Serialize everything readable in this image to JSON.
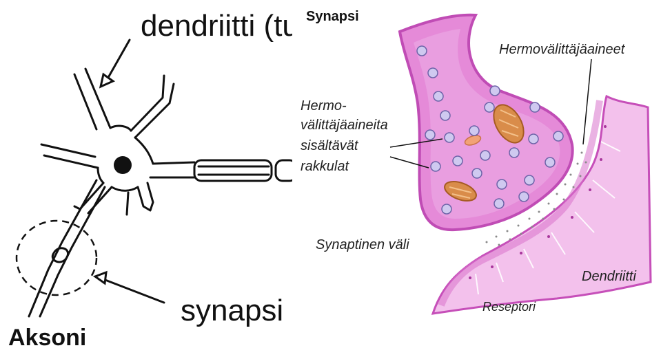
{
  "left_panel": {
    "dendrite_label": "dendriitti (tu",
    "synapse_label": "synapsi",
    "axon_label": "Aksoni"
  },
  "right_panel": {
    "title": "Synapsi",
    "neurotransmitters_label": "Hermovälittäjäaineet",
    "vesicles_label_line1": "Hermo-",
    "vesicles_label_line2": "välittäjäaineita",
    "vesicles_label_line3": "sisältävät",
    "vesicles_label_line4": "rakkulat",
    "cleft_label": "Synaptinen väli",
    "dendrite_label": "Dendriitti",
    "receptor_label": "Reseptori"
  },
  "colors": {
    "terminal_fill": "#e58ad8",
    "terminal_edge": "#c04cb5",
    "dendrite_fill": "#f3c1ec",
    "dendrite_edge": "#c64fb9",
    "vesicle_fill": "#cfc9f0",
    "mitochondria": "#d98c4a"
  }
}
